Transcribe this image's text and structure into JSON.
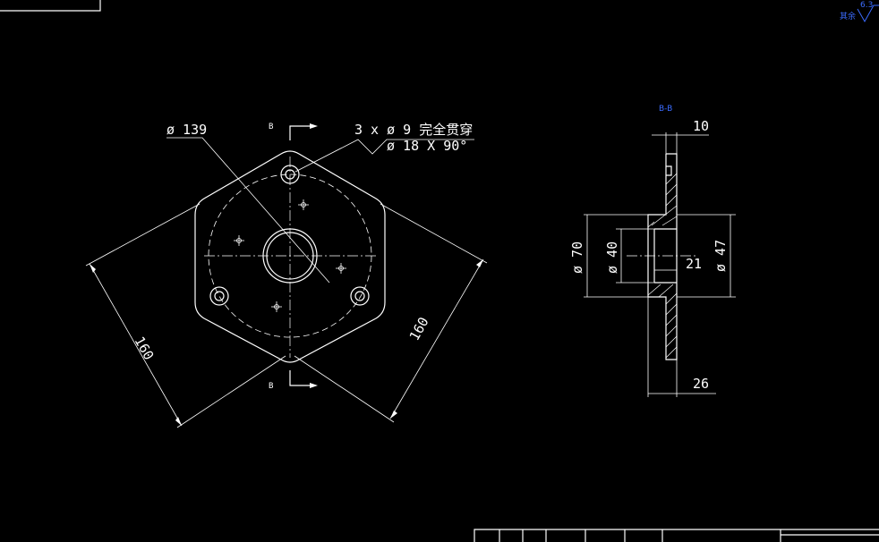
{
  "plan_view": {
    "dim_diameter": "ø 139",
    "hole_note_line1": "3 x ø  9 完全贯穿",
    "hole_note_line2": "ø  18 X 90°",
    "dim_width_left": "160",
    "dim_width_right": "160",
    "section_mark_top": "B",
    "section_mark_bottom": "B"
  },
  "section_view": {
    "label": "B-B",
    "dim_top": "10",
    "dim_outer": "ø 70",
    "dim_inner": "ø 40",
    "dim_depth": "21",
    "dim_bore": "ø 47",
    "dim_bottom": "26"
  },
  "surface_finish": {
    "value": "6.3",
    "note": "其余"
  },
  "colors": {
    "background": "#000000",
    "line": "#ffffff",
    "annotation": "#3b6cff"
  }
}
